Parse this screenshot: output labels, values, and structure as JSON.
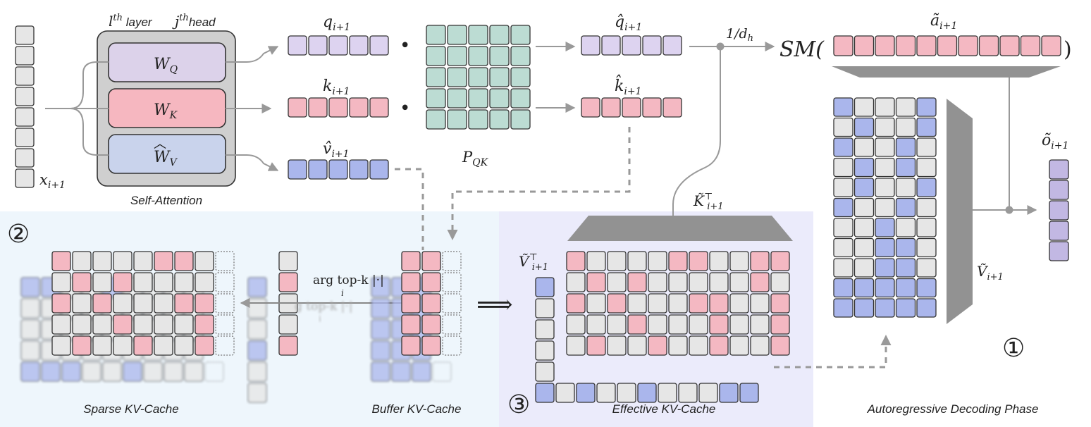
{
  "labels": {
    "x_input": "x",
    "x_input_sub": "i+1",
    "layer_label": "l",
    "layer_sup": "th",
    "layer_word": " layer",
    "head_label": "j",
    "head_sup": "th",
    "head_word": "head",
    "wq": "W",
    "wq_sub": "Q",
    "wk": "W",
    "wk_sub": "K",
    "wv": "W",
    "wv_sub": "V",
    "self_attention": "Self-Attention",
    "q": "q",
    "q_sub": "i+1",
    "k": "k",
    "k_sub": "i+1",
    "v": "v̂",
    "v_sub": "i+1",
    "pqk": "P",
    "pqk_sub": "QK",
    "qhat": "q̂",
    "qhat_sub": "i+1",
    "khat": "k̂",
    "khat_sub": "i+1",
    "scale": "1/d",
    "scale_sub": "h",
    "softmax_open": "SM(",
    "softmax_close": ")",
    "a_tilde": "ã",
    "a_tilde_sub": "i+1",
    "o_tilde": "õ",
    "o_tilde_sub": "i+1",
    "k_tilde_t": "K̃",
    "k_tilde_t_sup": "⊤",
    "k_tilde_t_sub": "i+1",
    "v_tilde_t": "Ṽ",
    "v_tilde_t_sup": "⊤",
    "v_tilde_t_sub": "i+1",
    "v_tilde": "Ṽ",
    "v_tilde_sub": "i+1",
    "topk": "arg top-k |·|",
    "topk_sub": "i",
    "topk_ghost": "g top-k |·|",
    "topk_ghost_sub": "i",
    "implies": "⟹",
    "circle_1": "①",
    "circle_2": "②",
    "circle_3": "③",
    "sparse_cache": "Sparse KV-Cache",
    "buffer_cache": "Buffer KV-Cache",
    "effective_cache": "Effective KV-Cache",
    "decoding_phase": "Autoregressive Decoding Phase",
    "dot1": "•",
    "dot2": "•"
  },
  "colors": {
    "gray_cell": "#e6e6e6",
    "purple_cell": "#ddd3f0",
    "pink_cell": "#f4b8c2",
    "blue_cell": "#aab6ec",
    "teal_cell": "#bcdcd3",
    "violet_cell": "#c2b8e3",
    "wq_fill": "#dcd2ea",
    "wk_fill": "#f6b7c0",
    "wv_fill": "#c9d3ec",
    "panel_blue": "#eef6fc",
    "panel_violet": "#ebebfb",
    "funnel_gray": "#929292",
    "arrow_gray": "#999999"
  }
}
